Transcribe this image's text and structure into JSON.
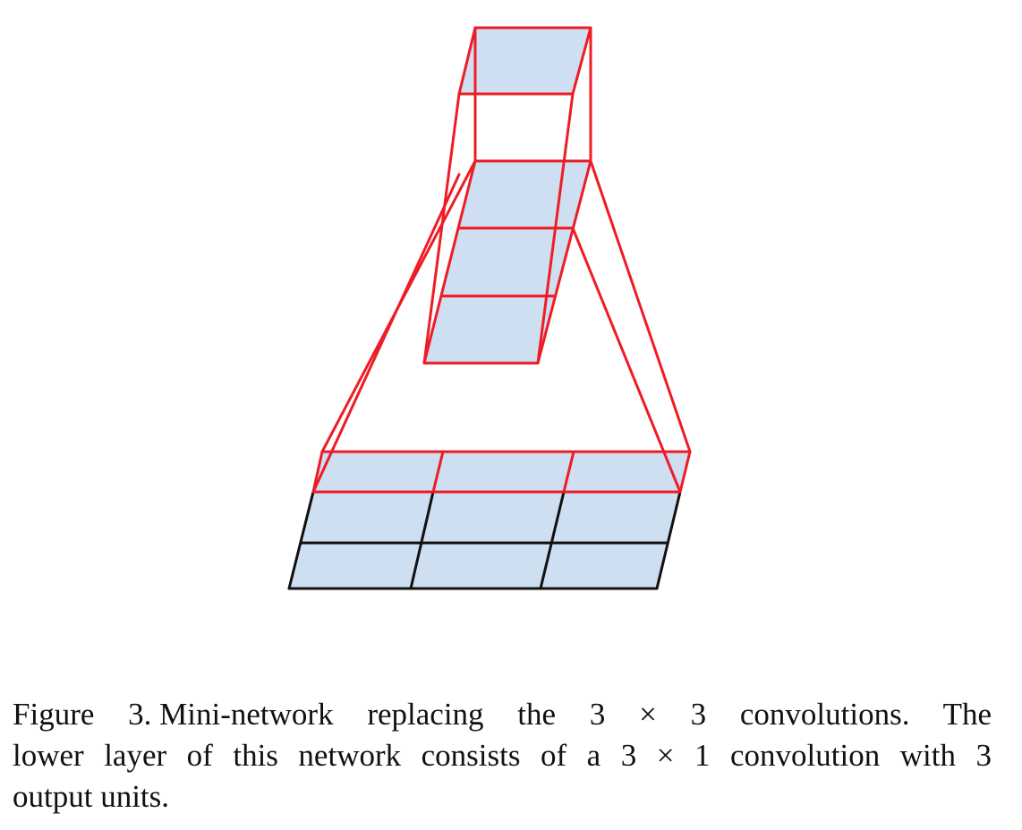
{
  "figure": {
    "label": "Figure 3.",
    "caption_lines": [
      "Mini-network replacing the 3 × 3 convolutions.  The",
      "lower layer of this network consists of a 3 × 1 convolution with 3",
      "output units."
    ],
    "colors": {
      "cell_fill": "#cddff0",
      "highlight_stroke": "#ee1c25",
      "grid_stroke": "#111111"
    }
  }
}
